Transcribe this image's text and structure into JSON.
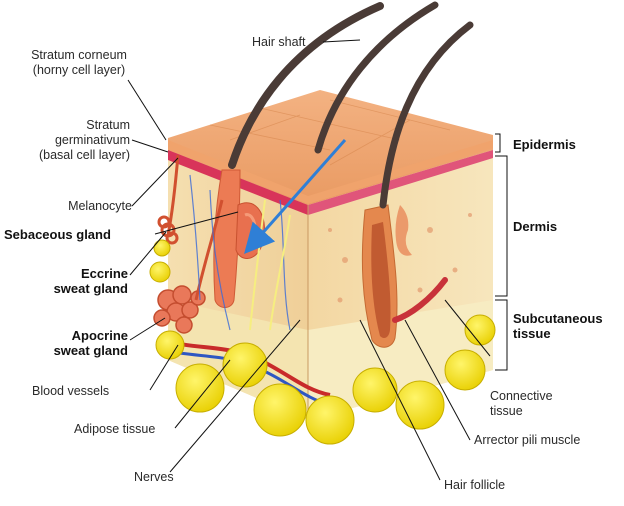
{
  "labels": {
    "stratum_corneum": "Stratum corneum",
    "stratum_corneum_sub": "(horny cell layer)",
    "stratum_germinativum_1": "Stratum",
    "stratum_germinativum_2": "germinativum",
    "stratum_germinativum_sub": "(basal cell layer)",
    "melanocyte": "Melanocyte",
    "sebaceous_gland": "Sebaceous gland",
    "eccrine_1": "Eccrine",
    "eccrine_2": "sweat gland",
    "apocrine_1": "Apocrine",
    "apocrine_2": "sweat gland",
    "blood_vessels": "Blood vessels",
    "adipose_tissue": "Adipose tissue",
    "nerves": "Nerves",
    "hair_shaft": "Hair shaft",
    "epidermis": "Epidermis",
    "dermis": "Dermis",
    "subcutaneous_1": "Subcutaneous",
    "subcutaneous_2": "tissue",
    "connective_1": "Connective",
    "connective_2": "tissue",
    "arrector": "Arrector pili muscle",
    "hair_follicle": "Hair follicle"
  },
  "colors": {
    "epidermis_top": "#eea56f",
    "basal_layer": "#d8345a",
    "dermis": "#f1d6a4",
    "subcutaneous": "#f6e9b8",
    "adipose": "#f3e10e",
    "hair": "#4a3b36",
    "gland": "#e8704f",
    "pointer_arrow": "#2f7fd6"
  }
}
